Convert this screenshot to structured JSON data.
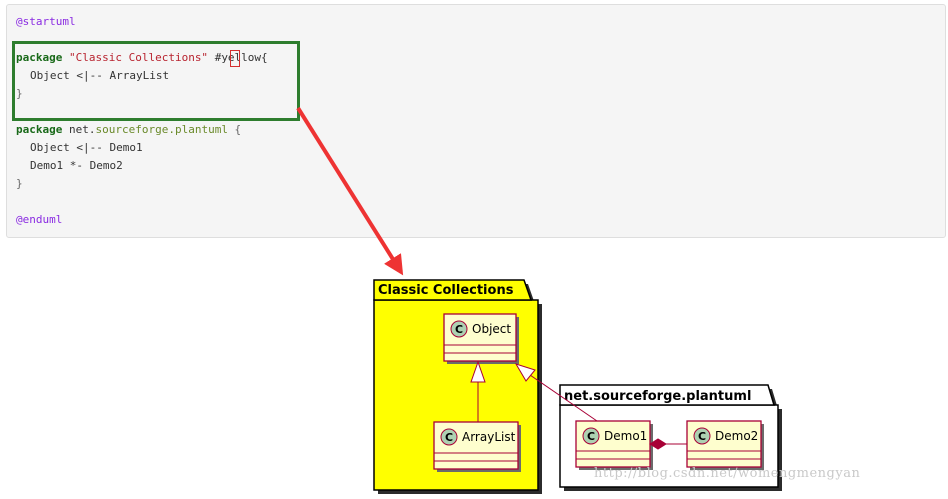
{
  "code": {
    "start_directive": "@startuml",
    "pkg1": {
      "keyword": "package",
      "name": "\"Classic Collections\"",
      "color_hash": "#",
      "color_rest": "yellow{",
      "relation": "Object <|-- ArrayList",
      "close": "}"
    },
    "pkg2": {
      "keyword": "package",
      "name_prefix": "net.",
      "name_mid": "sourceforge.plantuml",
      "brace": " {",
      "relation1": "Object <|-- Demo1",
      "relation2": "Demo1 *- Demo2",
      "close": "}"
    },
    "end_directive": "@enduml"
  },
  "diagram": {
    "package1": {
      "title": "Classic Collections",
      "fill": "#ffff00"
    },
    "package2": {
      "title": "net.sourceforge.plantuml",
      "fill": "#ffffff"
    },
    "classes": {
      "object": "Object",
      "arraylist": "ArrayList",
      "demo1": "Demo1",
      "demo2": "Demo2"
    },
    "class_marker": "C",
    "colors": {
      "class_fill": "#fefece",
      "class_border": "#a80036",
      "marker_fill": "#add1b2",
      "arrow": "#ee3333",
      "highlight": "#2e7d2e"
    }
  },
  "watermark": "http://blog.csdn.net/womengmengyan"
}
